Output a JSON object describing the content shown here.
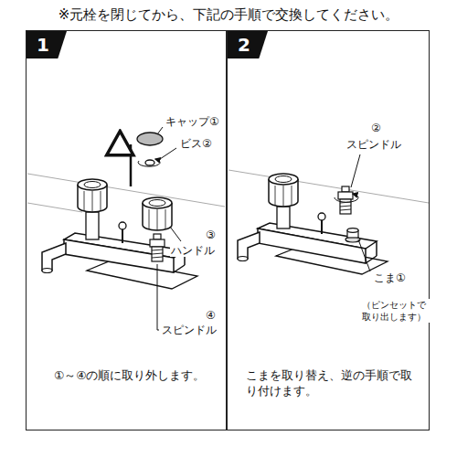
{
  "diagram": {
    "title": "※元栓を閉じてから、下記の手順で交換してください。",
    "nodes": [
      {
        "text": [
          "1",
          "①～④の順に取り外します。"
        ]
      },
      {
        "text": [
          "2",
          "こまを取り替え、逆の手順で取り付けます。"
        ]
      }
    ],
    "labels": [
      "キャップ①",
      "ビス②",
      "③",
      "ハンドル",
      "④",
      "スピンドル",
      "②",
      "スピンドル",
      "こま①",
      "（ピンセットで 取り出します）"
    ]
  }
}
